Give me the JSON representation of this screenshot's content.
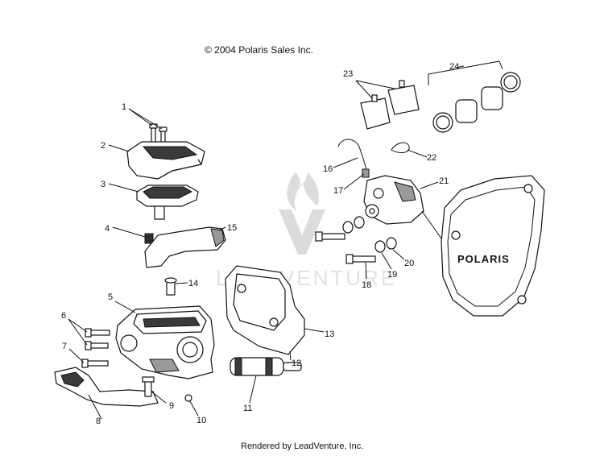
{
  "header": {
    "copyright": "© 2004 Polaris Sales Inc."
  },
  "footer": {
    "rendered_by": "Rendered by LeadVenture, Inc."
  },
  "watermark": {
    "text": "LEADVENTURE"
  },
  "cover_logo": {
    "text": "POLARIS"
  },
  "callouts": [
    "1",
    "2",
    "3",
    "4",
    "5",
    "6",
    "7",
    "8",
    "9",
    "10",
    "11",
    "12",
    "13",
    "14",
    "15",
    "16",
    "17",
    "18",
    "19",
    "20",
    "21",
    "22",
    "23",
    "24"
  ]
}
